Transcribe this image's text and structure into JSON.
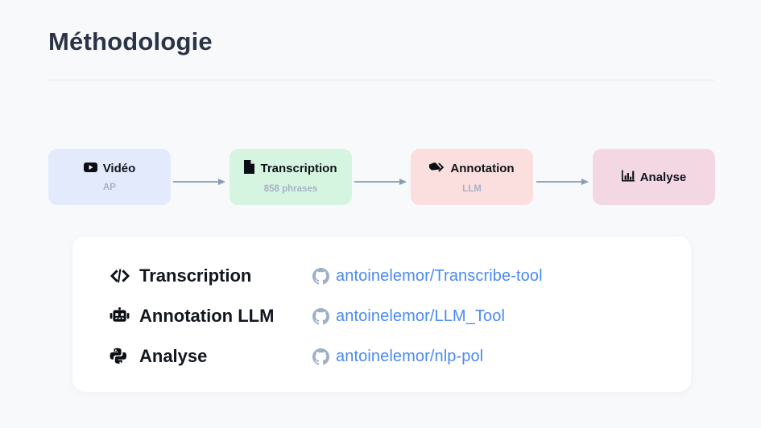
{
  "slide": {
    "title": "Méthodologie"
  },
  "pipeline": {
    "stages": [
      {
        "icon": "youtube-icon",
        "label": "Vidéo",
        "sub": "AP",
        "bg": "#e3eafb"
      },
      {
        "icon": "document-icon",
        "label": "Transcription",
        "sub": "858 phrases",
        "bg": "#d6f5e0"
      },
      {
        "icon": "tags-icon",
        "label": "Annotation",
        "sub": "LLM",
        "bg": "#fbdede"
      },
      {
        "icon": "bar-chart-icon",
        "label": "Analyse",
        "sub": "",
        "bg": "#f3d7e2"
      }
    ],
    "arrow_color": "#8a9cb5"
  },
  "links_card": {
    "rows": [
      {
        "icon": "code-icon",
        "label": "Transcription",
        "repo": "antoinelemor/Transcribe-tool"
      },
      {
        "icon": "robot-icon",
        "label": "Annotation LLM",
        "repo": "antoinelemor/LLM_Tool"
      },
      {
        "icon": "python-icon",
        "label": "Analyse",
        "repo": "antoinelemor/nlp-pol"
      }
    ],
    "link_color": "#4a8af4",
    "github_icon_color": "#9db0c8"
  }
}
